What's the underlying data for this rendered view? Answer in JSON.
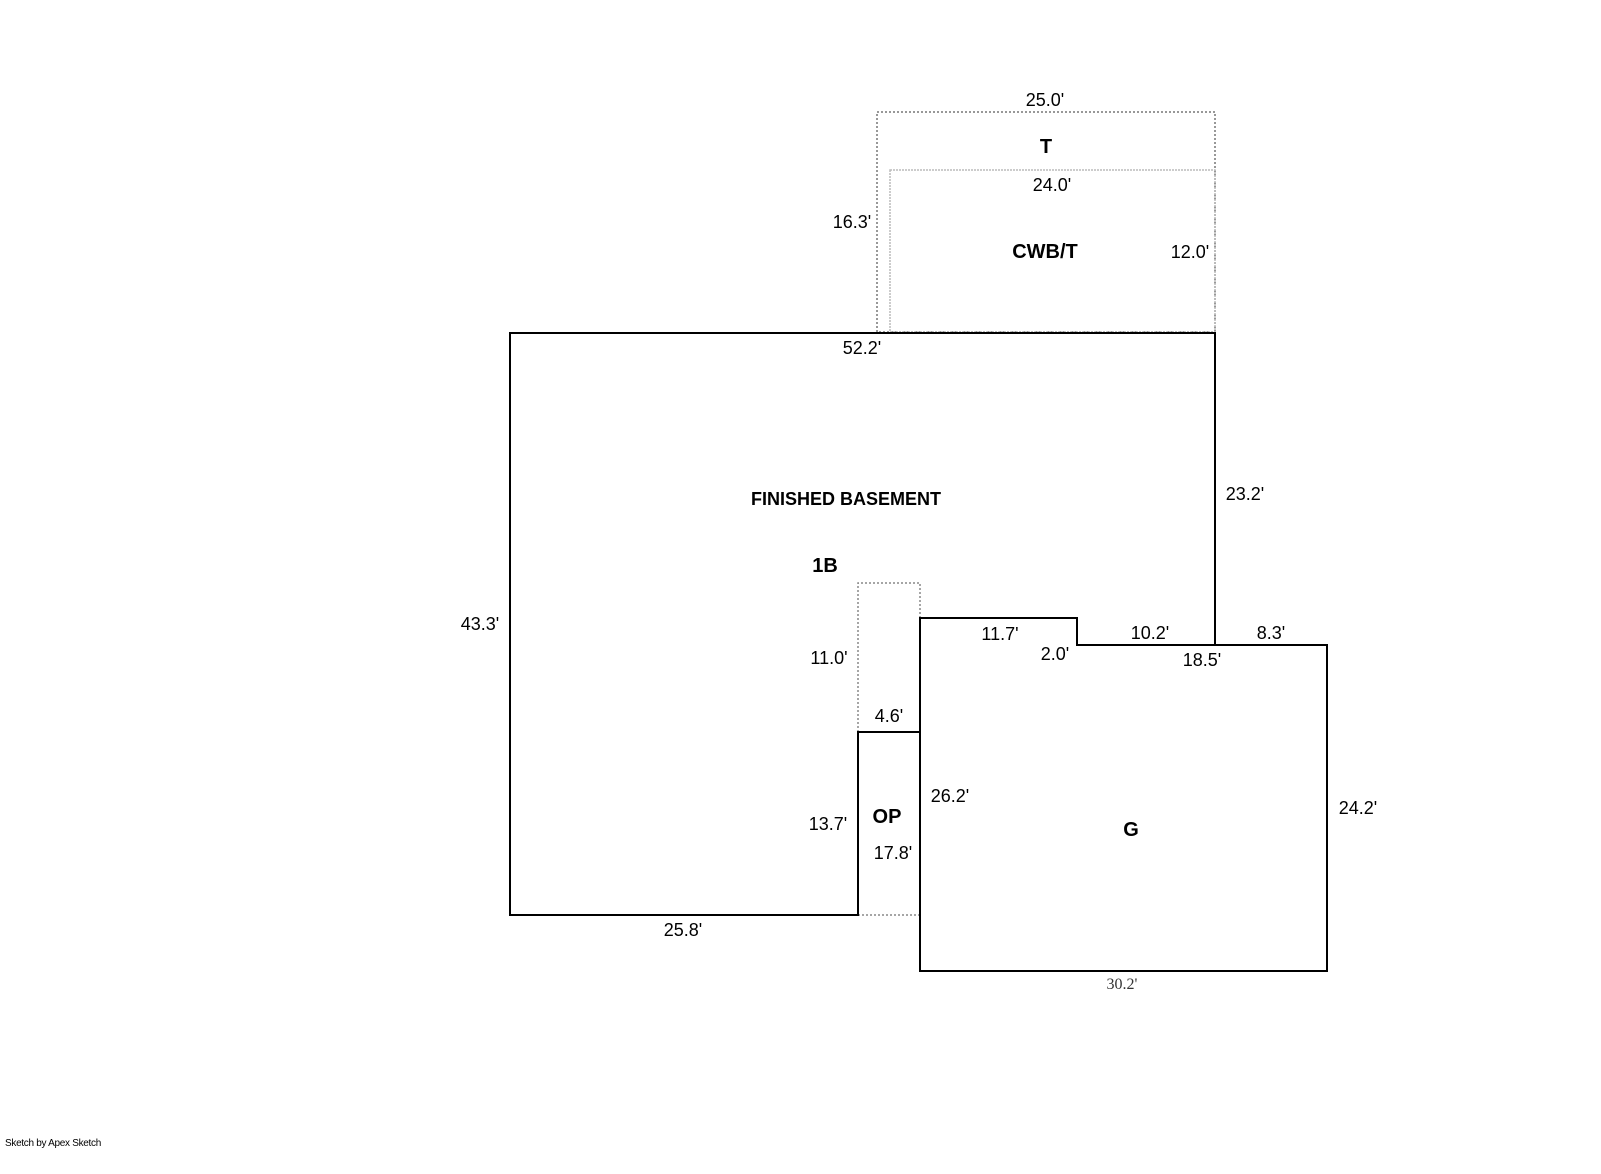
{
  "areas": {
    "t": "T",
    "cwb_t": "CWB/T",
    "finished_basement": "FINISHED BASEMENT",
    "level": "1B",
    "op": "OP",
    "g": "G"
  },
  "dimensions": {
    "t_top": "25.0'",
    "cwb_top": "24.0'",
    "t_left": "16.3'",
    "cwb_right": "12.0'",
    "main_top": "52.2'",
    "main_right": "23.2'",
    "main_left": "43.3'",
    "main_bottom": "25.8'",
    "dotted_left": "11.0'",
    "op_top": "4.6'",
    "op_left": "13.7'",
    "op_right": "17.8'",
    "g_top_left": "11.7'",
    "g_step": "2.0'",
    "g_top_mid": "10.2'",
    "g_top_right": "8.3'",
    "g_top_total": "18.5'",
    "g_left": "26.2'",
    "g_right": "24.2'",
    "g_bottom": "30.2'"
  },
  "footer": "Sketch by Apex Sketch"
}
